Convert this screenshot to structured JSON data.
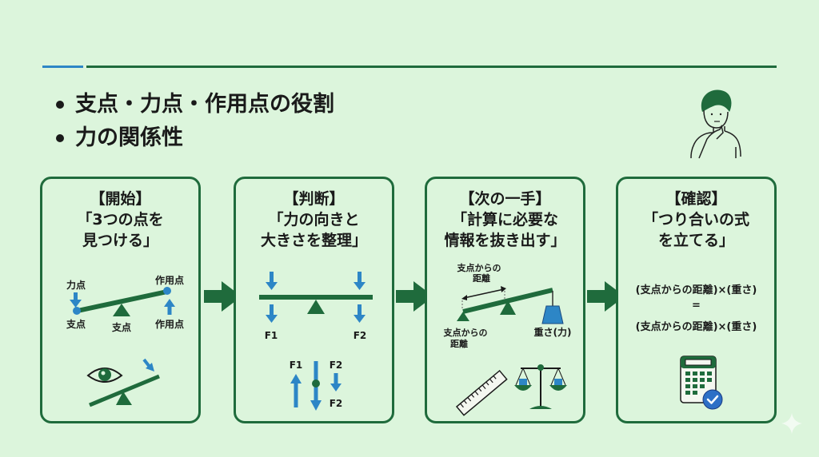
{
  "header": {
    "bullets": [
      "支点・力点・作用点の役割",
      "力の関係性"
    ]
  },
  "colors": {
    "background": "#dcf5dc",
    "accent_green": "#1f6b3c",
    "accent_blue": "#2d86c6"
  },
  "cards": [
    {
      "step": "【開始】",
      "title_lines": [
        "「3つの点を",
        "見つける」"
      ],
      "labels": {
        "effort_top": "力点",
        "load_top": "作用点",
        "fulcrum_left": "支点",
        "fulcrum_center": "支点",
        "load_bottom": "作用点"
      },
      "icons": [
        "eye-icon",
        "seesaw-icon"
      ]
    },
    {
      "step": "【判断】",
      "title_lines": [
        "「力の向きと",
        "大きさを整理」"
      ],
      "labels": {
        "f1": "F1",
        "f2": "F2",
        "f1_small": "F1",
        "f2_small_top": "F2",
        "f2_small_bottom": "F2"
      }
    },
    {
      "step": "【次の一手】",
      "title_lines": [
        "「計算に必要な",
        "情報を抜き出す」"
      ],
      "labels": {
        "distance_top": [
          "支点からの",
          "距離"
        ],
        "distance_bottom": [
          "支点からの",
          "距離"
        ],
        "weight": "重さ(力)"
      },
      "icons": [
        "ruler-icon",
        "balance-scale-icon"
      ]
    },
    {
      "step": "【確認】",
      "title_lines": [
        "「つり合いの式",
        "を立てる」"
      ],
      "formula": {
        "left": "(支点からの距離)×(重さ)",
        "equals": "=",
        "right": "(支点からの距離)×(重さ)"
      },
      "icons": [
        "calculator-icon",
        "check-icon"
      ]
    }
  ]
}
